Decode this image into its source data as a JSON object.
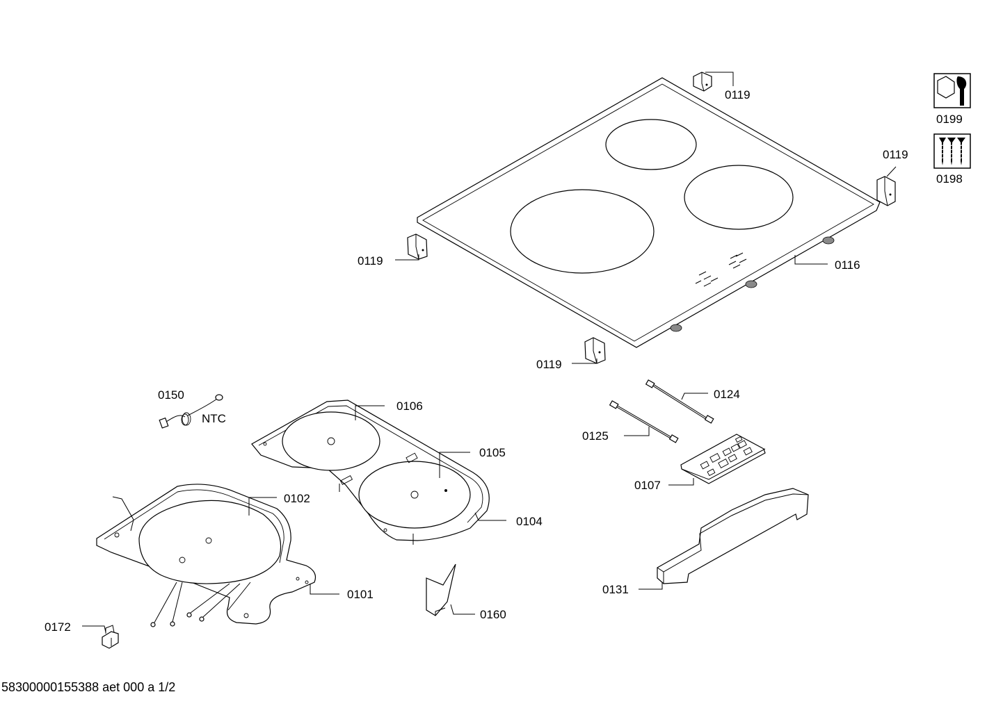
{
  "footer": {
    "document_id": "58300000155388 aet 000 a 1/2"
  },
  "labels": {
    "l0119a": "0119",
    "l0119b": "0119",
    "l0119c": "0119",
    "l0119d": "0119",
    "l0116": "0116",
    "l0199": "0199",
    "l0198": "0198",
    "l0150": "0150",
    "ntc": "NTC",
    "l0106": "0106",
    "l0105": "0105",
    "l0104": "0104",
    "l0102": "0102",
    "l0101": "0101",
    "l0172": "0172",
    "l0160": "0160",
    "l0124": "0124",
    "l0125": "0125",
    "l0107": "0107",
    "l0131": "0131"
  },
  "icons": {
    "service_icon": "wrench-nut-icon",
    "screws_icon": "screws-icon"
  }
}
